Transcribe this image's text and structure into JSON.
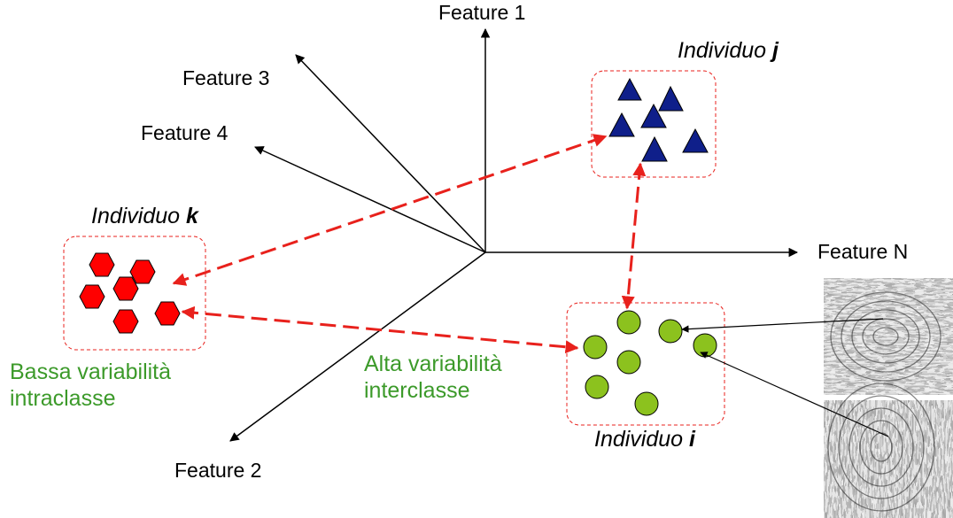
{
  "axes": {
    "feature_1": "Feature 1",
    "feature_2": "Feature 2",
    "feature_3": "Feature 3",
    "feature_4": "Feature 4",
    "feature_n": "Feature N"
  },
  "clusters": {
    "j": {
      "prefix": "Individuo",
      "letter": "j",
      "shape": "triangle",
      "color": "#0f1f8a"
    },
    "k": {
      "prefix": "Individuo",
      "letter": "k",
      "shape": "hexagon",
      "color": "#ff0000"
    },
    "i": {
      "prefix": "Individuo",
      "letter": "i",
      "shape": "circle",
      "color": "#8cc21e"
    }
  },
  "annotations": {
    "intra_line1": "Bassa variabilità",
    "intra_line2": "intraclasse",
    "inter_line1": "Alta variabilità",
    "inter_line2": "interclasse"
  },
  "colors": {
    "dashed_arrow": "#e8211c",
    "annotation_text": "#3c9a2a"
  },
  "fingerprints": [
    "fingerprint-image-top",
    "fingerprint-image-bottom"
  ]
}
